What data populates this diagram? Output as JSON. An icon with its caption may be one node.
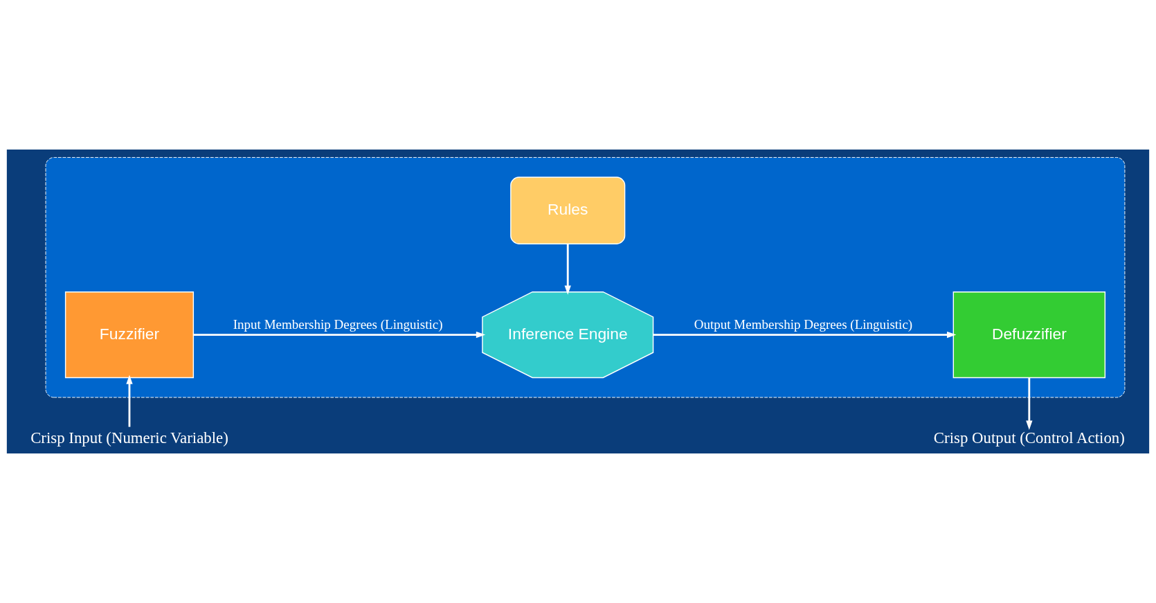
{
  "diagram": {
    "nodes": [
      {
        "text": [],
        "shape": "box"
      },
      {
        "text": [
          "Rules"
        ],
        "in": 0
      },
      {
        "text": [
          "Fuzzifier"
        ],
        "in": 0
      },
      {
        "text": [
          "Inference Engine"
        ],
        "in": 0
      },
      {
        "text": [
          "Defuzzifier"
        ],
        "in": 0
      },
      {
        "text": [
          "Crisp Input (Numeric Variable)"
        ]
      },
      {
        "text": [
          "Crisp Output (Control Action)"
        ]
      }
    ],
    "edges": [
      {
        "from": 1,
        "to": 3,
        "arrow": "to"
      },
      {
        "from": 2,
        "to": 3,
        "arrow": "to",
        "label": "Input Membership Degrees (Linguistic)"
      },
      {
        "from": 3,
        "to": 4,
        "arrow": "to",
        "label": "Output Membership Degrees (Linguistic)"
      },
      {
        "from": 5,
        "to": 2,
        "arrow": "to"
      },
      {
        "from": 4,
        "to": 6,
        "arrow": "to"
      }
    ]
  }
}
